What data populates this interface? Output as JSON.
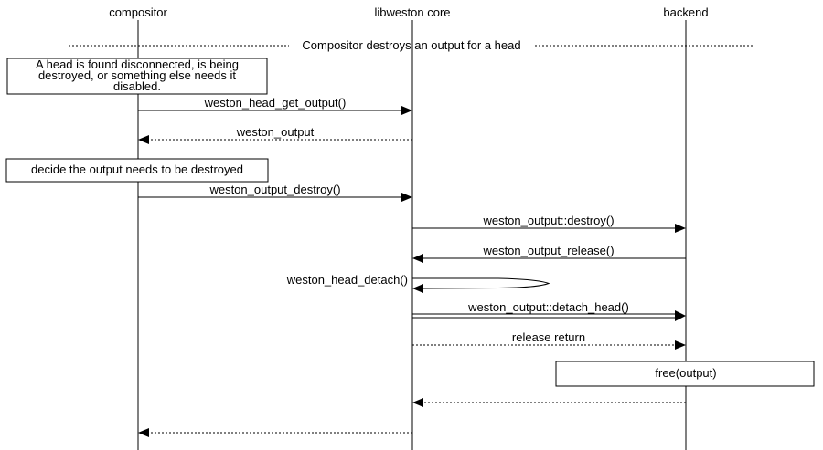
{
  "diagram": {
    "title": "Compositor destroys an output for a head",
    "background_color": "#ffffff",
    "line_color": "#000000",
    "actors": [
      {
        "id": "compositor",
        "label": "compositor"
      },
      {
        "id": "libweston-core",
        "label": "libweston core"
      },
      {
        "id": "backend",
        "label": "backend"
      }
    ],
    "notes": [
      {
        "lines": [
          "A head is found disconnected, is being",
          "destroyed, or something else needs it",
          "disabled."
        ]
      },
      {
        "lines": [
          "decide the output needs to be destroyed"
        ]
      },
      {
        "lines": [
          "free(output)"
        ]
      }
    ],
    "messages": [
      {
        "label": "weston_head_get_output()",
        "from": "compositor",
        "to": "libweston core",
        "style": "solid"
      },
      {
        "label": "weston_output",
        "from": "libweston core",
        "to": "compositor",
        "style": "dotted"
      },
      {
        "label": "weston_output_destroy()",
        "from": "compositor",
        "to": "libweston core",
        "style": "solid"
      },
      {
        "label": "weston_output::destroy()",
        "from": "libweston core",
        "to": "backend",
        "style": "solid"
      },
      {
        "label": "weston_output_release()",
        "from": "backend",
        "to": "libweston core",
        "style": "solid"
      },
      {
        "label": "weston_head_detach()",
        "from": "libweston core",
        "to": "libweston core",
        "style": "self"
      },
      {
        "label": "weston_output::detach_head()",
        "from": "libweston core",
        "to": "backend",
        "style": "double"
      },
      {
        "label": "release return",
        "from": "libweston core",
        "to": "backend",
        "style": "dotted"
      },
      {
        "label": "",
        "from": "backend",
        "to": "libweston core",
        "style": "dotted"
      },
      {
        "label": "",
        "from": "libweston core",
        "to": "compositor",
        "style": "dotted"
      }
    ]
  }
}
